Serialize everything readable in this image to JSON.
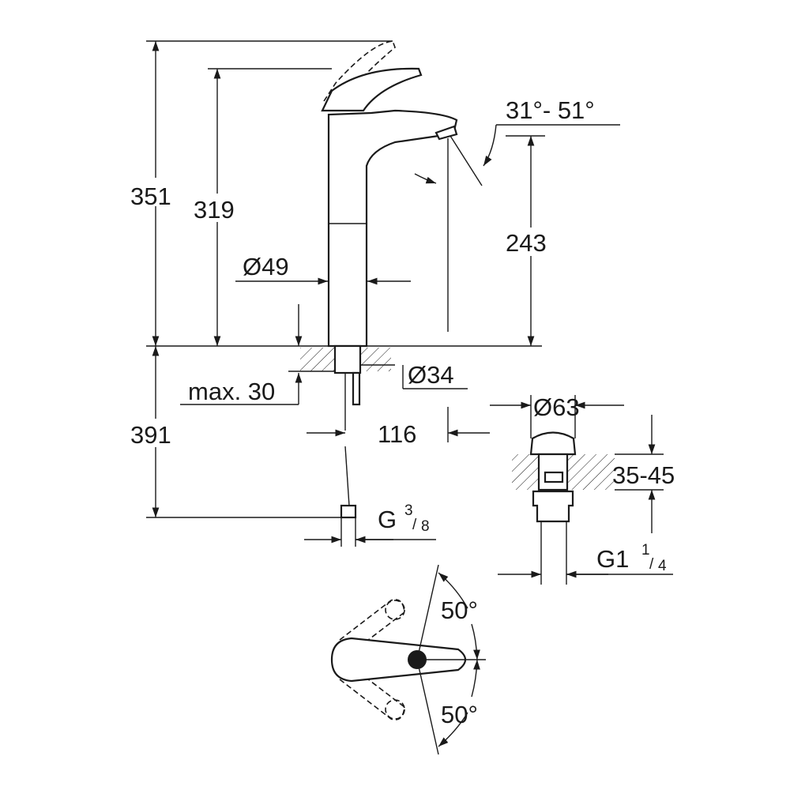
{
  "dimensions": {
    "total_height": "351",
    "spout_height": "319",
    "spout_angle": "31°- 51°",
    "outlet_height": "243",
    "body_diameter": "Ø49",
    "shank_diameter": "Ø34",
    "max_thickness": "max. 30",
    "hose_length": "391",
    "projection": "116",
    "waste_diameter": "Ø63",
    "waste_thickness": "35-45",
    "hose_thread": {
      "prefix": "G",
      "num": "3",
      "den": "8"
    },
    "waste_thread": {
      "prefix": "G1",
      "num": "1",
      "den": "4"
    },
    "handle_angle_up": "50°",
    "handle_angle_down": "50°"
  }
}
